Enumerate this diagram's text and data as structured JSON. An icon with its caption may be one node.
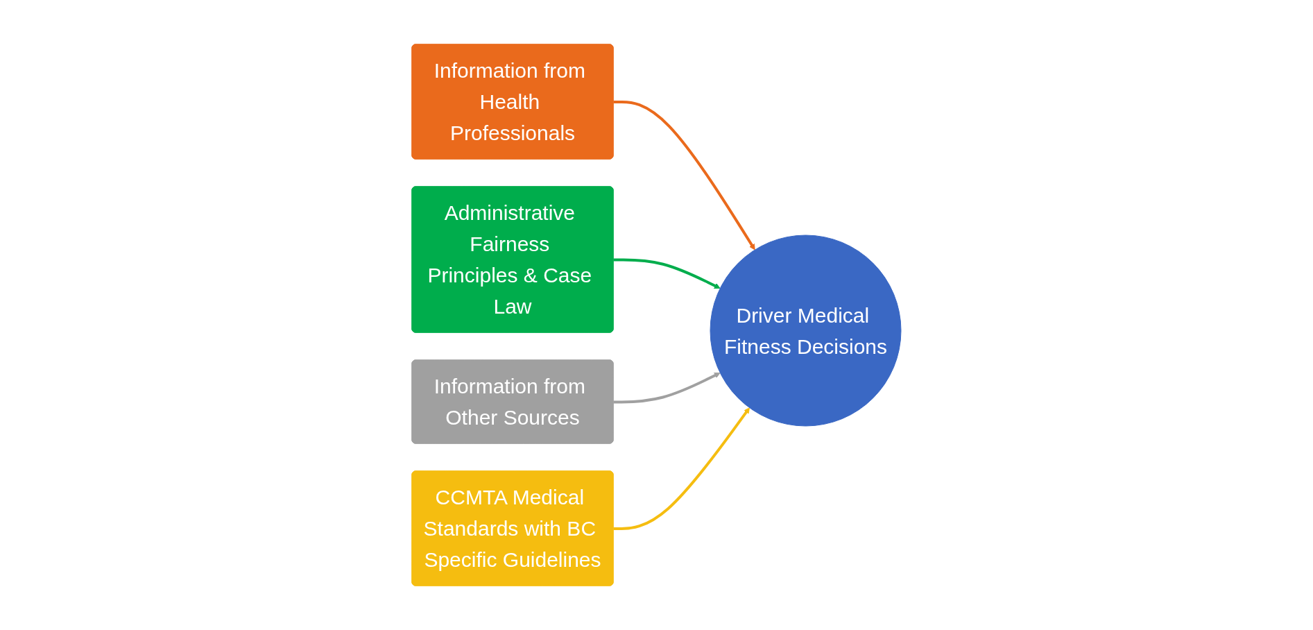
{
  "diagram": {
    "nodes": [
      {
        "text": [
          "Information from Health Professionals"
        ]
      },
      {
        "text": [
          "Administrative Fairness Principles & Case Law"
        ]
      },
      {
        "text": [
          "Information from Other Sources"
        ]
      },
      {
        "text": [
          "Driver Medical Fitness Decisions"
        ]
      },
      {
        "text": [
          "CCMTA Medical Standards with BC Specific Guidelines"
        ]
      }
    ],
    "edges": [
      {
        "from": 0,
        "to": 3,
        "arrow": "to",
        "color": "#ea6a1c"
      },
      {
        "from": 1,
        "to": 3,
        "arrow": "to",
        "color": "#00ad4c"
      },
      {
        "from": 2,
        "to": 3,
        "arrow": "to",
        "color": "#a0a0a0"
      },
      {
        "from": 4,
        "to": 3,
        "arrow": "to",
        "color": "#f5bd10"
      }
    ]
  }
}
